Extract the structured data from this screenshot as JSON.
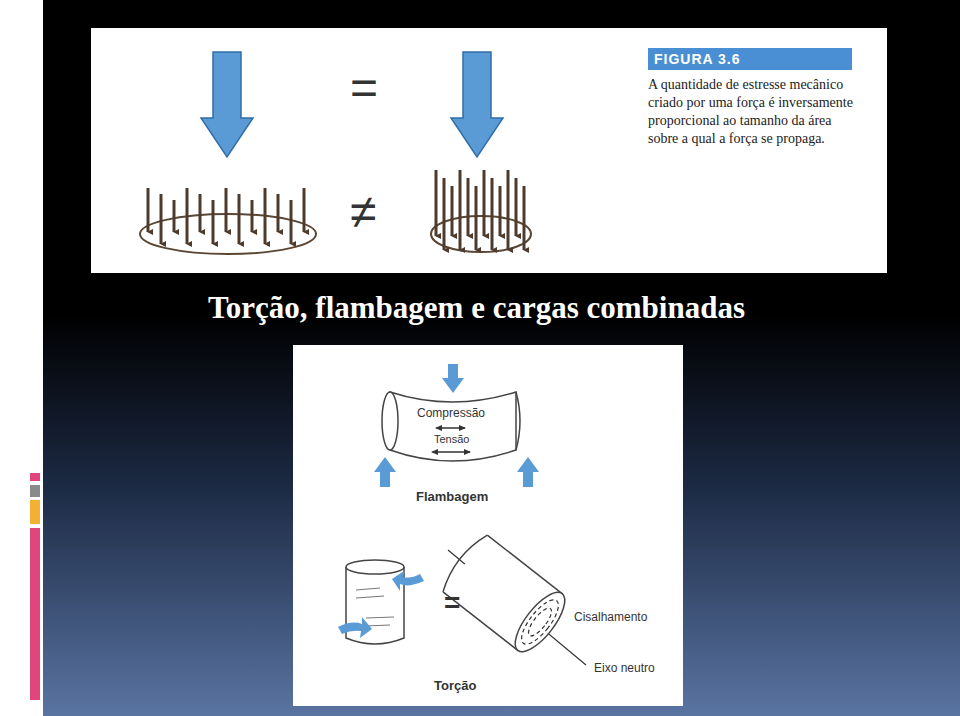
{
  "diagram": {
    "title": "Torção, flambagem e cargas combinadas",
    "caption": "A quantidade de estresse mecânico criado por uma força é inversamente proporcional ao tamanho da área sobre a qual a força se propaga.",
    "nodes": [
      {
        "text": [
          "FIGURA 3.6"
        ]
      }
    ],
    "labels": [
      "=",
      "≠",
      "Compressão",
      "Tensão",
      "Flambagem",
      "=",
      "Cisalhamento",
      "Eixo neutro",
      "Torção"
    ]
  }
}
